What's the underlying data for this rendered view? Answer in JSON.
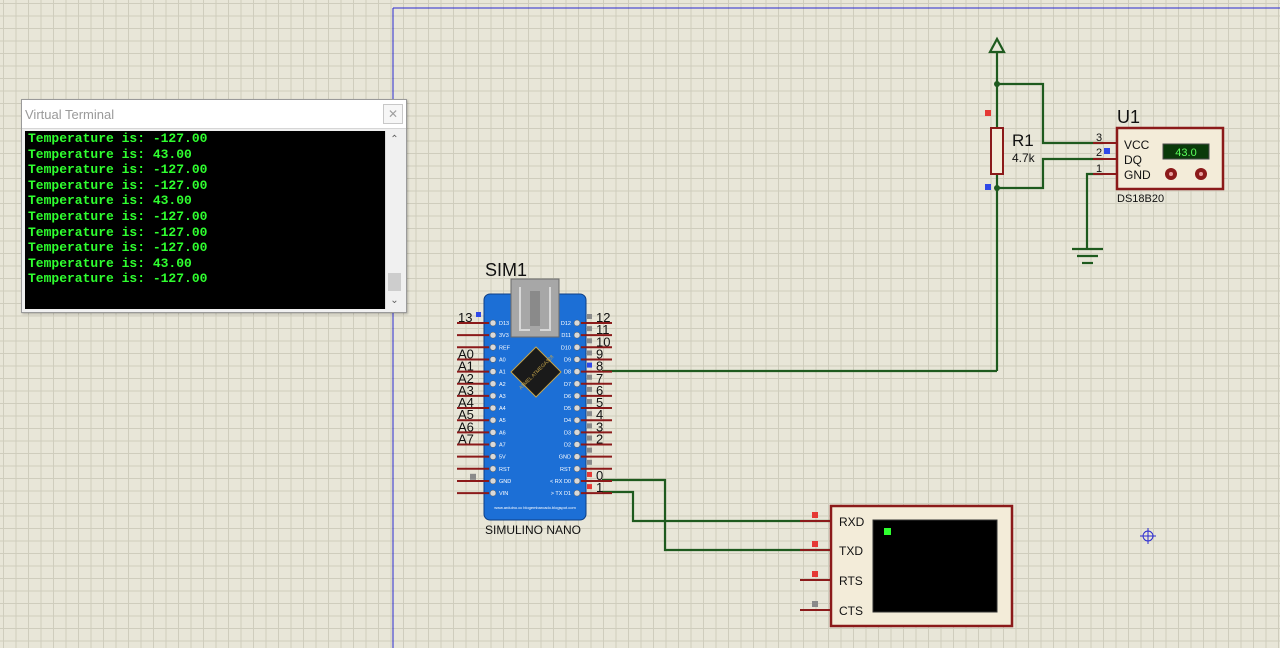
{
  "terminal": {
    "title": "Virtual Terminal",
    "close_glyph": "✕",
    "scroll_up_glyph": "⌃",
    "scroll_down_glyph": "⌄",
    "lines": [
      "Temperature is: -127.00",
      "Temperature is: 43.00",
      "Temperature is: -127.00",
      "Temperature is: -127.00",
      "Temperature is: 43.00",
      "Temperature is: -127.00",
      "Temperature is: -127.00",
      "Temperature is: -127.00",
      "Temperature is: 43.00",
      "Temperature is: -127.00"
    ]
  },
  "arduino": {
    "ref": "SIM1",
    "name": "SIMULINO NANO",
    "chip_text": "ATMEL ATMEGA328",
    "footer_text": "www.arduino.cc blogembarcado.blogspot.com",
    "left_pins": [
      {
        "num": "13",
        "label": "D13"
      },
      {
        "num": "",
        "label": "3V3"
      },
      {
        "num": "",
        "label": "REF"
      },
      {
        "num": "A0",
        "label": "A0"
      },
      {
        "num": "A1",
        "label": "A1"
      },
      {
        "num": "A2",
        "label": "A2"
      },
      {
        "num": "A3",
        "label": "A3"
      },
      {
        "num": "A4",
        "label": "A4"
      },
      {
        "num": "A5",
        "label": "A5"
      },
      {
        "num": "A6",
        "label": "A6"
      },
      {
        "num": "A7",
        "label": "A7"
      },
      {
        "num": "",
        "label": "5V"
      },
      {
        "num": "",
        "label": "RST"
      },
      {
        "num": "",
        "label": "GND"
      },
      {
        "num": "",
        "label": "VIN"
      }
    ],
    "right_pins": [
      {
        "num": "12",
        "label": "D12"
      },
      {
        "num": "11",
        "label": "D11"
      },
      {
        "num": "10",
        "label": "D10"
      },
      {
        "num": "9",
        "label": "D9"
      },
      {
        "num": "8",
        "label": "D8"
      },
      {
        "num": "7",
        "label": "D7"
      },
      {
        "num": "6",
        "label": "D6"
      },
      {
        "num": "5",
        "label": "D5"
      },
      {
        "num": "4",
        "label": "D4"
      },
      {
        "num": "3",
        "label": "D3"
      },
      {
        "num": "2",
        "label": "D2"
      },
      {
        "num": "",
        "label": "GND"
      },
      {
        "num": "",
        "label": "RST"
      },
      {
        "num": "0",
        "label": "< RX D0"
      },
      {
        "num": "1",
        "label": "> TX D1"
      }
    ]
  },
  "resistor": {
    "ref": "R1",
    "value": "4.7k"
  },
  "sensor": {
    "ref": "U1",
    "name": "DS18B20",
    "display_value": "43.0",
    "pins": [
      {
        "num": "3",
        "label": "VCC"
      },
      {
        "num": "2",
        "label": "DQ"
      },
      {
        "num": "1",
        "label": "GND"
      }
    ]
  },
  "terminal_component": {
    "pins": [
      "RXD",
      "TXD",
      "RTS",
      "CTS"
    ]
  },
  "colors": {
    "wire": "#1e5a1e",
    "pin_red": "#e53935",
    "pin_blue": "#2f49e8",
    "pin_gray": "#8a8a8a",
    "component_outline": "#8b1a1a",
    "component_fill": "#f3ecd9",
    "terminal_green": "#2fff2f",
    "board_blue": "#1c6fd6"
  }
}
